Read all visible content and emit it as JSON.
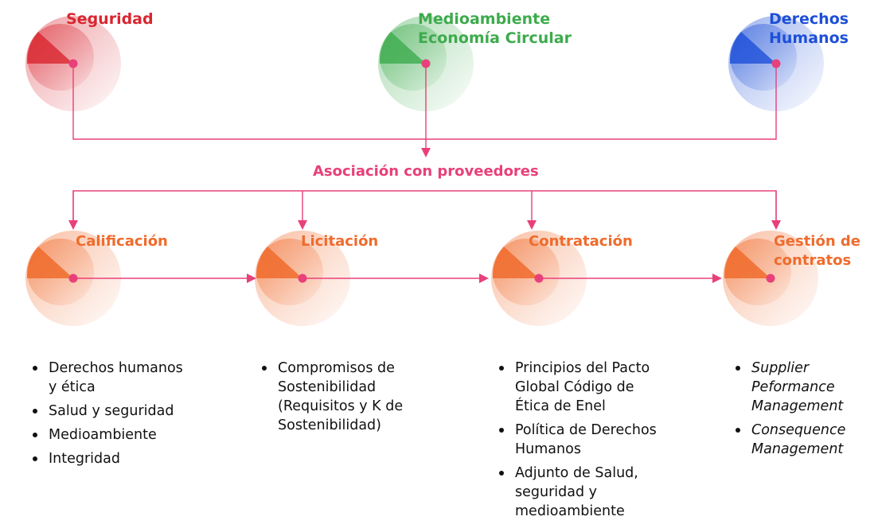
{
  "colors": {
    "pink": "#e8407a",
    "red": "#d92630",
    "green": "#3dab4d",
    "blue": "#1d4fd8",
    "orange": "#f06b2c"
  },
  "top_pillars": [
    {
      "title": "Seguridad",
      "color": "#d92630"
    },
    {
      "title": "Medioambiente\nEconomía Circular",
      "color": "#3dab4d"
    },
    {
      "title": "Derechos\nHumanos",
      "color": "#1d4fd8"
    }
  ],
  "center_label": "Asociación con proveedores",
  "stages": [
    {
      "title": "Calificación",
      "bullets": [
        "Derechos humanos\ny ética",
        "Salud y seguridad",
        "Medioambiente",
        "Integridad"
      ]
    },
    {
      "title": "Licitación",
      "bullets": [
        "Compromisos de\nSostenibilidad\n(Requisitos y K de\nSostenibilidad)"
      ]
    },
    {
      "title": "Contratación",
      "bullets": [
        "Principios del Pacto\nGlobal Código de\nÉtica de Enel",
        "Política de Derechos\nHumanos",
        "Adjunto de Salud,\nseguridad y\nmedioambiente"
      ]
    },
    {
      "title": "Gestión de\ncontratos",
      "bullets": [
        "Supplier\nPeformance\nManagement",
        "Consequence\nManagement"
      ]
    }
  ]
}
